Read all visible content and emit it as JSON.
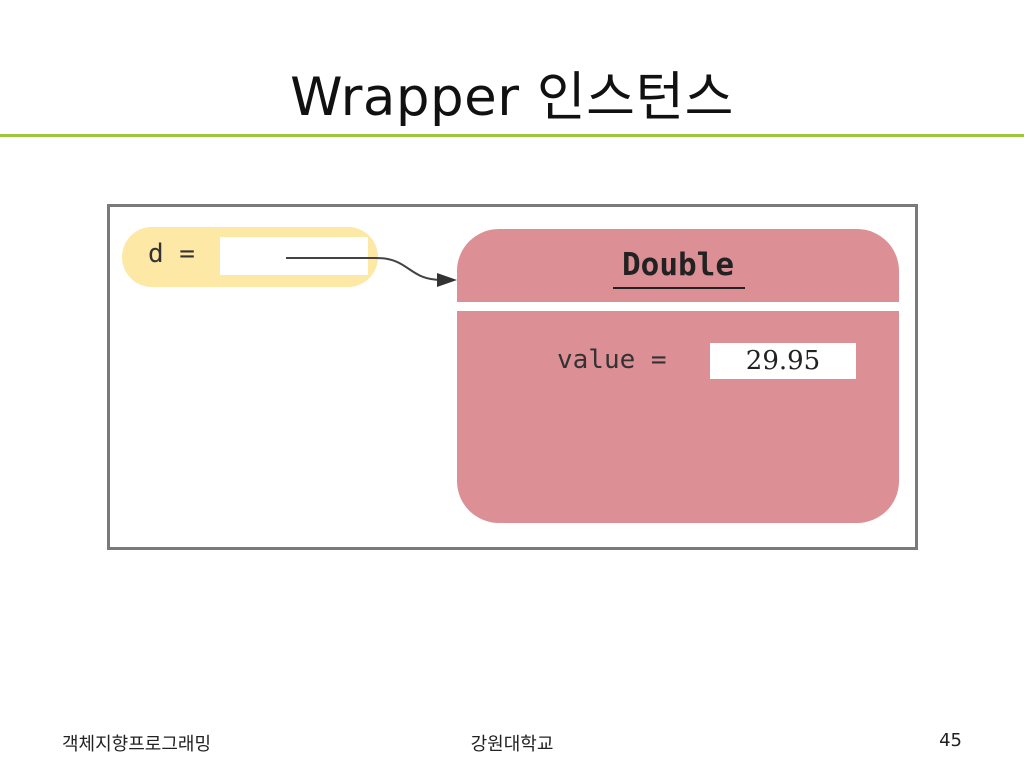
{
  "slide": {
    "title": "Wrapper 인스턴스"
  },
  "figure": {
    "variable_label": "d =",
    "object_type": "Double",
    "field_label": "value =",
    "field_value": "29.95",
    "colors": {
      "pill": "#fde8a6",
      "card": "#dc8f94",
      "frame": "#7a7a7a",
      "rule": "#9cc63b"
    }
  },
  "footer": {
    "course": "객체지향프로그래밍",
    "university": "강원대학교",
    "page_number": "45"
  }
}
